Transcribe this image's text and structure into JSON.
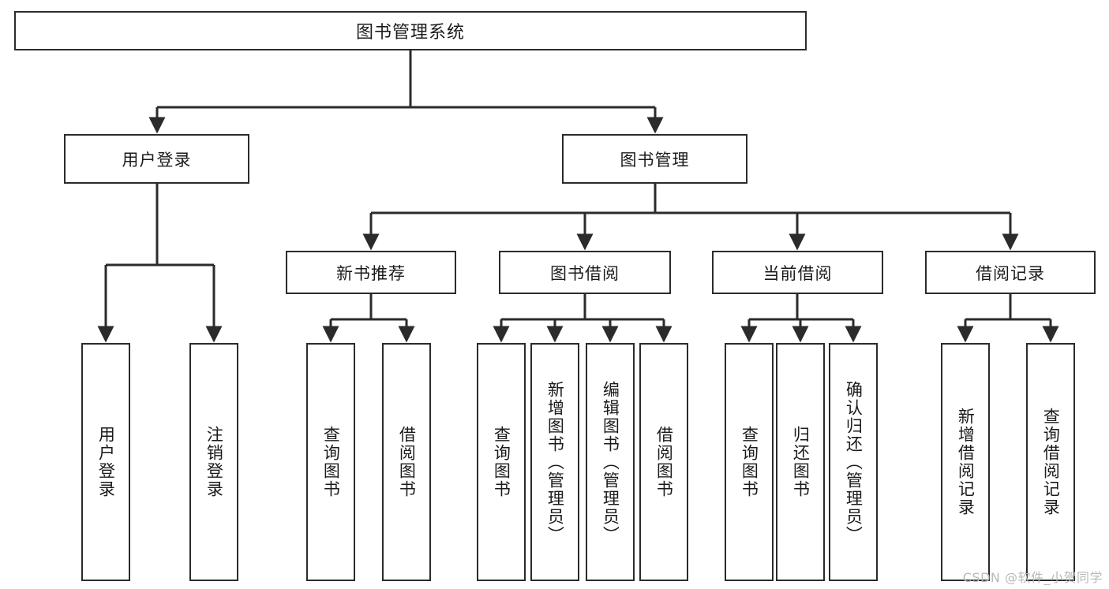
{
  "diagram": {
    "title": "图书管理系统",
    "watermark": "CSDN @软件_小贺同学",
    "stroke_color": "#2b2b2b",
    "text_color": "#1b1b1b",
    "background": "#ffffff"
  },
  "nodes": {
    "root": {
      "label": "图书管理系统"
    },
    "level2": [
      {
        "label": "用户登录"
      },
      {
        "label": "图书管理"
      }
    ],
    "level3": [
      {
        "label": "新书推荐"
      },
      {
        "label": "图书借阅"
      },
      {
        "label": "当前借阅"
      },
      {
        "label": "借阅记录"
      }
    ],
    "leaves": {
      "user_login": [
        {
          "label": "用户登录"
        },
        {
          "label": "注销登录"
        }
      ],
      "new_book_recommend": [
        {
          "label": "查询图书"
        },
        {
          "label": "借阅图书"
        }
      ],
      "book_borrow": [
        {
          "label": "查询图书"
        },
        {
          "label": "新增图书（管理员）"
        },
        {
          "label": "编辑图书（管理员）"
        },
        {
          "label": "借阅图书"
        }
      ],
      "current_borrow": [
        {
          "label": "查询图书"
        },
        {
          "label": "归还图书"
        },
        {
          "label": "确认归还（管理员）"
        }
      ],
      "borrow_record": [
        {
          "label": "新增借阅记录"
        },
        {
          "label": "查询借阅记录"
        }
      ]
    }
  }
}
